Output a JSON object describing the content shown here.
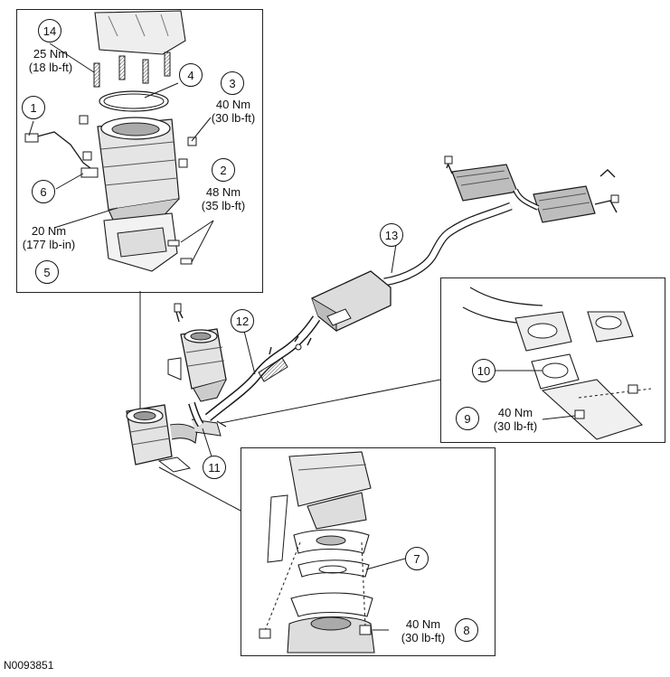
{
  "figure_id": "N0093851",
  "callouts": {
    "c1": "1",
    "c2": "2",
    "c3": "3",
    "c4": "4",
    "c5": "5",
    "c6": "6",
    "c7": "7",
    "c8": "8",
    "c9": "9",
    "c10": "10",
    "c11": "11",
    "c12": "12",
    "c13": "13",
    "c14": "14"
  },
  "torques": {
    "t14": {
      "nm": "25 Nm",
      "imperial": "(18 lb-ft)"
    },
    "t3": {
      "nm": "40 Nm",
      "imperial": "(30 lb-ft)"
    },
    "t2": {
      "nm": "48 Nm",
      "imperial": "(35 lb-ft)"
    },
    "t5": {
      "nm": "20 Nm",
      "imperial": "(177 lb-in)"
    },
    "t9": {
      "nm": "40 Nm",
      "imperial": "(30 lb-ft)"
    },
    "t8": {
      "nm": "40 Nm",
      "imperial": "(30 lb-ft)"
    }
  },
  "colors": {
    "line": "#1a1a1a",
    "shade": "#cfcfcf",
    "dark": "#8a8a8a"
  }
}
